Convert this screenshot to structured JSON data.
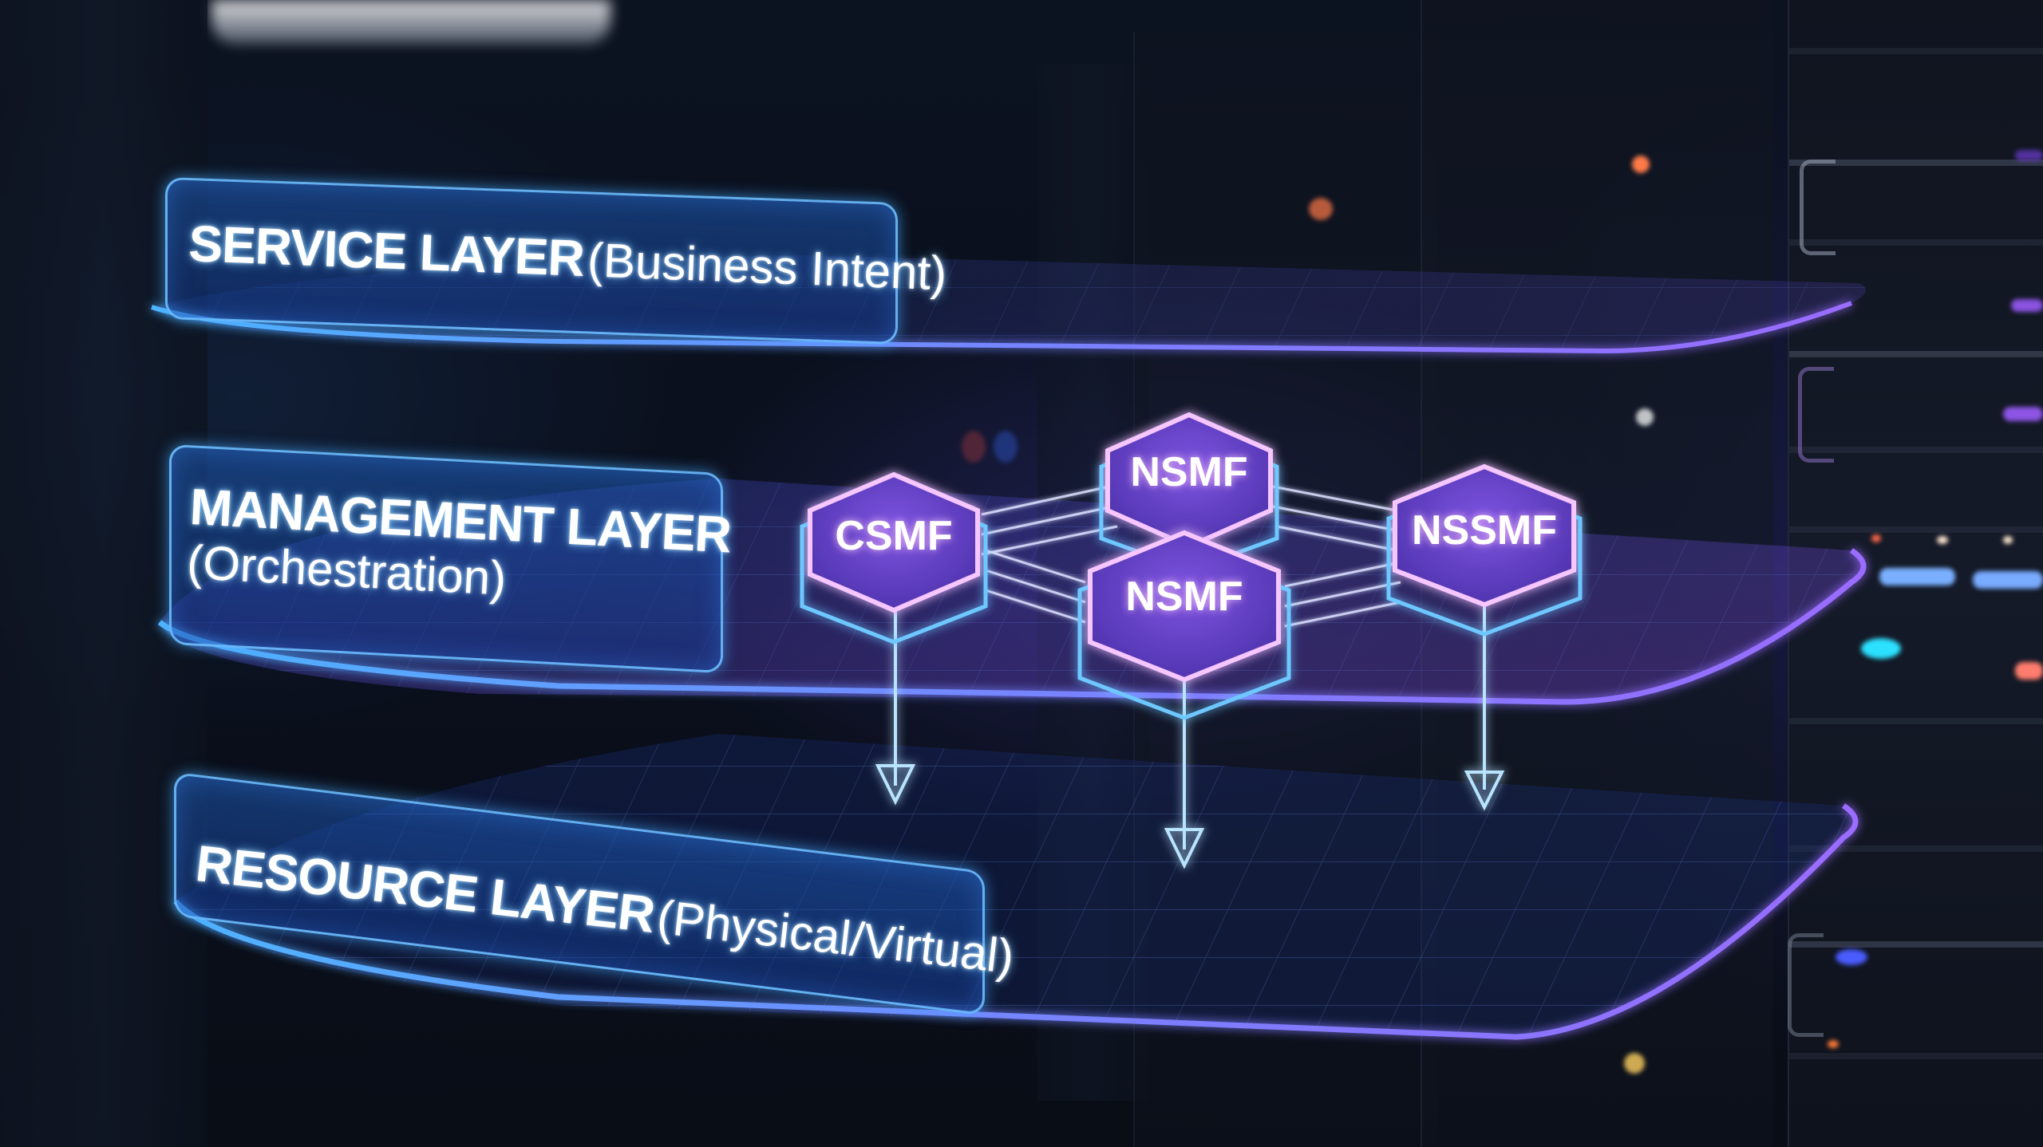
{
  "scene": {
    "description": "Network slicing architecture visualized as holographic layers in a server room",
    "colors": {
      "background": "#0a0f1c",
      "layer_edge": "#5aa8ff",
      "layer_glow_purple": "#8a5cff",
      "hex_fill": "#6a3fd0",
      "hex_border": "#f1b8ff",
      "arrow": "#9ad8ff"
    }
  },
  "layers": [
    {
      "id": "service",
      "title": "SERVICE LAYER",
      "subtitle": "(Business Intent)"
    },
    {
      "id": "management",
      "title": "MANAGEMENT LAYER",
      "subtitle": "(Orchestration)"
    },
    {
      "id": "resource",
      "title": "RESOURCE LAYER",
      "subtitle": "(Physical/Virtual)"
    }
  ],
  "nodes": [
    {
      "id": "csmf",
      "label": "CSMF"
    },
    {
      "id": "nsmf_top",
      "label": "NSMF"
    },
    {
      "id": "nsmf_bottom",
      "label": "NSMF"
    },
    {
      "id": "nssmf",
      "label": "NSSMF"
    }
  ],
  "arrows": [
    {
      "from": "csmf",
      "to": "resource"
    },
    {
      "from": "nsmf_bottom",
      "to": "resource"
    },
    {
      "from": "nssmf",
      "to": "resource"
    }
  ]
}
